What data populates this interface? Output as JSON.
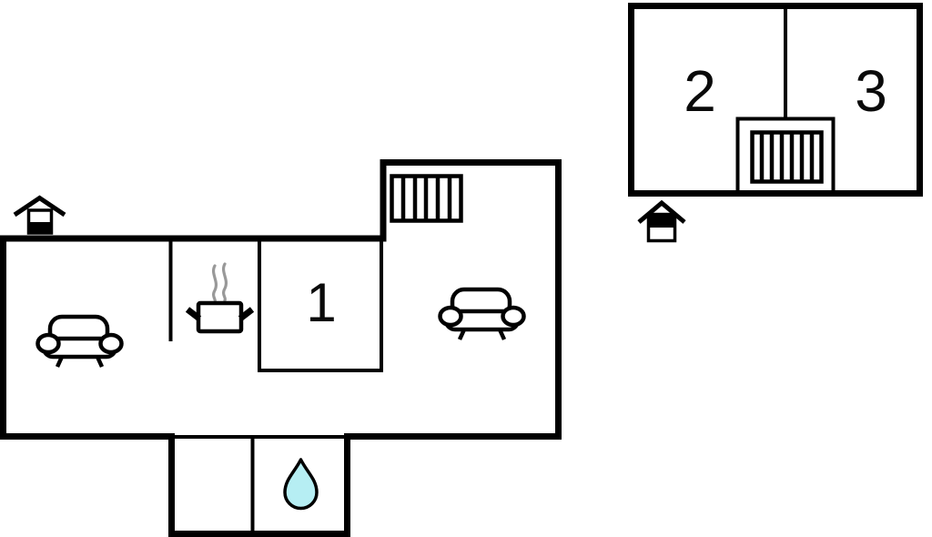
{
  "colors": {
    "wall": "#000000",
    "background": "#ffffff",
    "steam": "#999999",
    "water": "#b6eef3"
  },
  "units": {
    "ground_floor": {
      "rooms": [
        {
          "label": "1"
        }
      ]
    },
    "upper_floor": {
      "rooms": [
        {
          "label": "2"
        },
        {
          "label": "3"
        }
      ]
    }
  },
  "icons": {
    "entrance": "house-with-door",
    "stairs": "rectangle-with-vertical-bars",
    "sofa": "couch-front-view",
    "cooking": "pot-with-steam",
    "bath": "water-drop"
  }
}
